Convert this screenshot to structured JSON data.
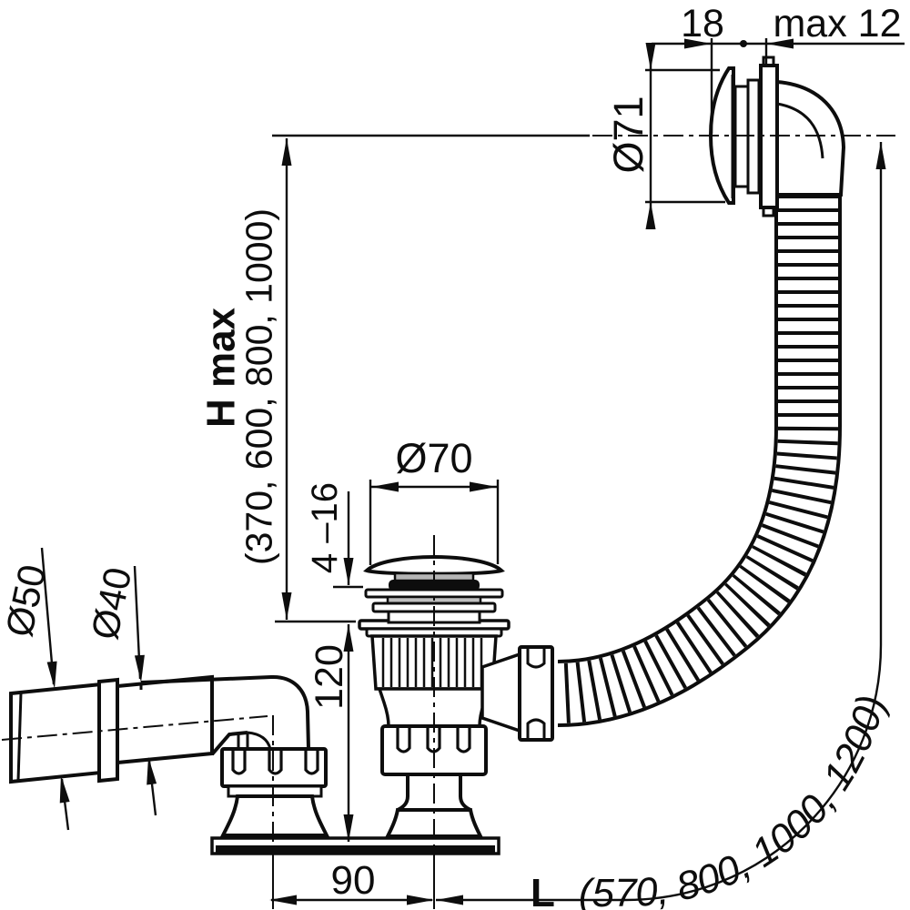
{
  "drawing": {
    "background": "#ffffff",
    "line_color": "#0d0d0d",
    "gray_fill": "#b5b5b5",
    "labels": {
      "overflow_offset": "18",
      "wall_thickness_max": "max 12",
      "overflow_diameter": "Ø71",
      "height_label": "H max",
      "height_values": "(370, 600, 800, 1000)",
      "plug_diameter": "Ø70",
      "adjustment_range": "4 –16",
      "outlet_diameter_large": "Ø50",
      "outlet_diameter_small": "Ø40",
      "body_height": "120",
      "outlet_offset": "90",
      "hose_length_label": "L",
      "hose_length_values": "(570, 800, 1000, 1200)"
    }
  }
}
